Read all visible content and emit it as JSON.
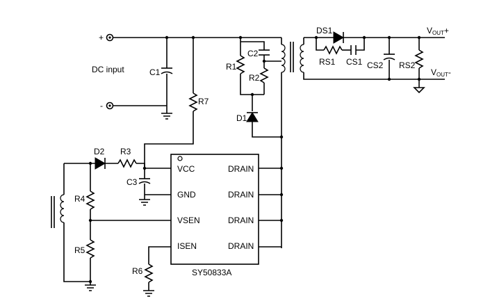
{
  "labels": {
    "dc_input": "DC input",
    "plus": "+",
    "minus": "-",
    "c1": "C1",
    "c2": "C2",
    "c3": "C3",
    "cs1": "CS1",
    "cs2": "CS2",
    "r1": "R1",
    "r2": "R2",
    "r3": "R3",
    "r4": "R4",
    "r5": "R5",
    "r6": "R6",
    "r7": "R7",
    "rs1": "RS1",
    "rs2": "RS2",
    "d1": "D1",
    "d2": "D2",
    "ds1": "DS1",
    "vout_plus_main": "V",
    "vout_plus_sub": "OUT",
    "vout_plus_sign": "+",
    "vout_minus_main": "V",
    "vout_minus_sub": "OUT",
    "vout_minus_sign": "-"
  },
  "chip": {
    "name": "SY50833A",
    "pin_vcc": "VCC",
    "pin_gnd": "GND",
    "pin_vsen": "VSEN",
    "pin_isen": "ISEN",
    "pin_drain_1": "DRAIN",
    "pin_drain_2": "DRAIN",
    "pin_drain_3": "DRAIN",
    "pin_drain_4": "DRAIN"
  }
}
